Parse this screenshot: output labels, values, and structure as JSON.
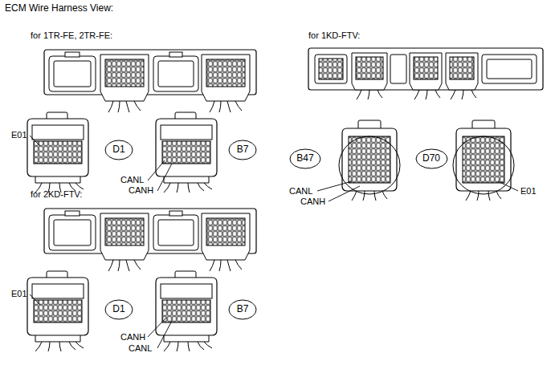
{
  "diagram": {
    "title": "ECM Wire Harness View:",
    "nodes": [
      {
        "text": [
          "D1"
        ]
      },
      {
        "text": [
          "B7"
        ]
      },
      {
        "text": [
          "B47"
        ]
      },
      {
        "text": [
          "D70"
        ]
      },
      {
        "text": [
          "D1"
        ]
      },
      {
        "text": [
          "B7"
        ]
      }
    ],
    "labels": [
      "for 1TR-FE, 2TR-FE:",
      "for 1KD-FTV:",
      "E01",
      "CANL",
      "CANH",
      "CANL",
      "CANH",
      "E01",
      "for 2KD-FTV:",
      "E01",
      "CANH",
      "CANL"
    ]
  }
}
